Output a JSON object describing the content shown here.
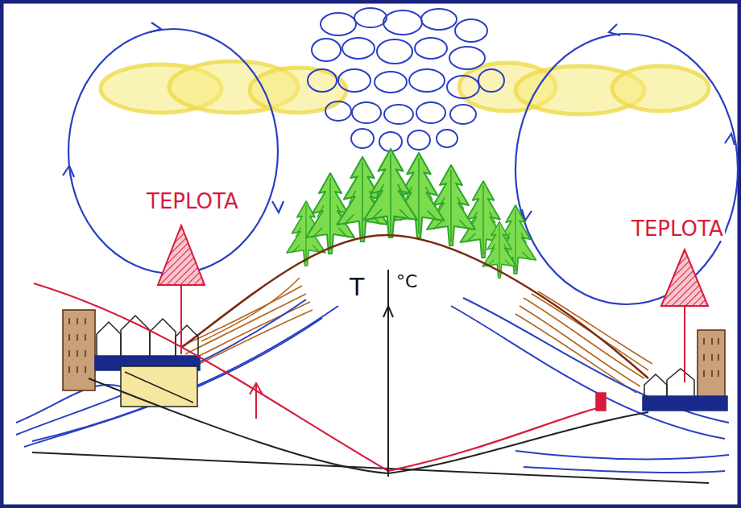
{
  "diagram": {
    "labels": [
      "TEPLOTA",
      "T",
      "°C",
      "TEPLOTA"
    ]
  }
}
